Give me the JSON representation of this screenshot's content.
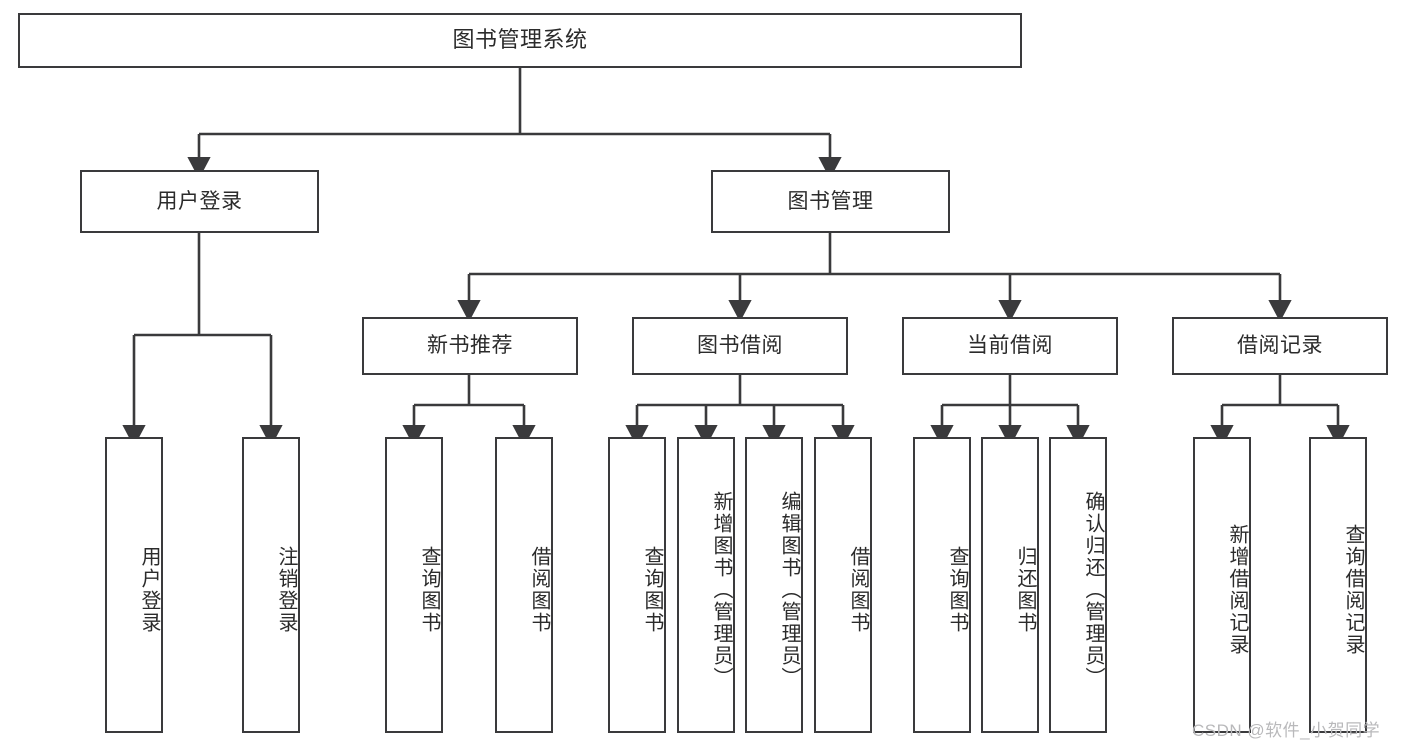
{
  "diagram": {
    "title": "图书管理系统",
    "type": "tree-hierarchy",
    "background_color": "#ffffff",
    "stroke_color": "#3a3a3c",
    "text_color": "#2b2b2b",
    "watermark": "CSDN @软件_小贺同学"
  },
  "nodes": {
    "root": {
      "label": "图书管理系统"
    },
    "level2": [
      {
        "label": "用户登录"
      },
      {
        "label": "图书管理"
      }
    ],
    "level3": [
      {
        "label": "新书推荐"
      },
      {
        "label": "图书借阅"
      },
      {
        "label": "当前借阅"
      },
      {
        "label": "借阅记录"
      }
    ],
    "leaves": {
      "user_login": [
        {
          "label": "用户登录"
        },
        {
          "label": "注销登录"
        }
      ],
      "new_book_rec": [
        {
          "label": "查询图书"
        },
        {
          "label": "借阅图书"
        }
      ],
      "book_borrow": [
        {
          "label": "查询图书"
        },
        {
          "label": "新增图书（管理员）"
        },
        {
          "label": "编辑图书（管理员）"
        },
        {
          "label": "借阅图书"
        }
      ],
      "current_borrow": [
        {
          "label": "查询图书"
        },
        {
          "label": "归还图书"
        },
        {
          "label": "确认归还（管理员）"
        }
      ],
      "borrow_record": [
        {
          "label": "新增借阅记录"
        },
        {
          "label": "查询借阅记录"
        }
      ]
    }
  }
}
